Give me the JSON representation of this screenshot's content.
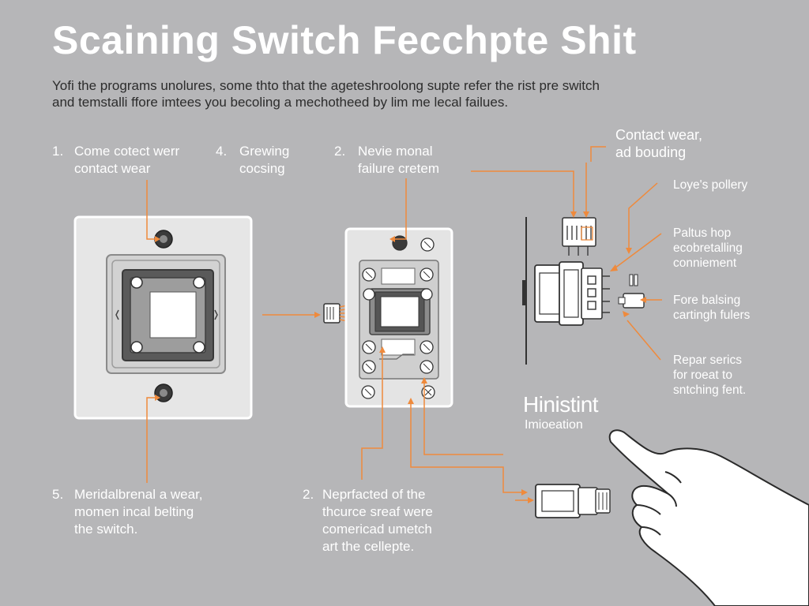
{
  "title": "Scaining Switch Fecchpte Shit",
  "intro_lines": [
    "Yofi the programs unolures, some thto that the ageteshroolong supte refer the rist pre switch",
    "and temstalli ffore imtees you becoling a mechotheed by lim me lecal failues."
  ],
  "callouts": {
    "c1": {
      "num": "1.",
      "lines": [
        "Come cotect werr",
        "contact wear"
      ]
    },
    "c4": {
      "num": "4.",
      "lines": [
        "Grewing",
        "cocsing"
      ]
    },
    "c2a": {
      "num": "2.",
      "lines": [
        "Nevie monal",
        "failure cretem"
      ]
    },
    "c5": {
      "num": "5.",
      "lines": [
        "Meridalbrenal a wear,",
        "momen incal belting",
        "the switch."
      ]
    },
    "c2b": {
      "num": "2.",
      "lines": [
        "Neprfacted of the",
        "thcurce sreaf were",
        "comericad umetch",
        "art the cellepte."
      ]
    }
  },
  "right_labels": {
    "contact_wear": [
      "Contact wear,",
      "ad bouding"
    ],
    "loyels": [
      "Loye's pollery"
    ],
    "paltus": [
      "Paltus hop",
      "ecobretalling",
      "conniement"
    ],
    "fore": [
      "Fore balsing",
      "cartingh fulers"
    ],
    "repar": [
      "Repar serics",
      "for roeat to",
      "sntching fent."
    ]
  },
  "brand": {
    "name": "Hinistint",
    "sub": "Imioeation"
  },
  "colors": {
    "background": "#b6b6b8",
    "accent": "#ef8a3c",
    "plate": "#e8e8e8",
    "text": "#ffffff"
  }
}
